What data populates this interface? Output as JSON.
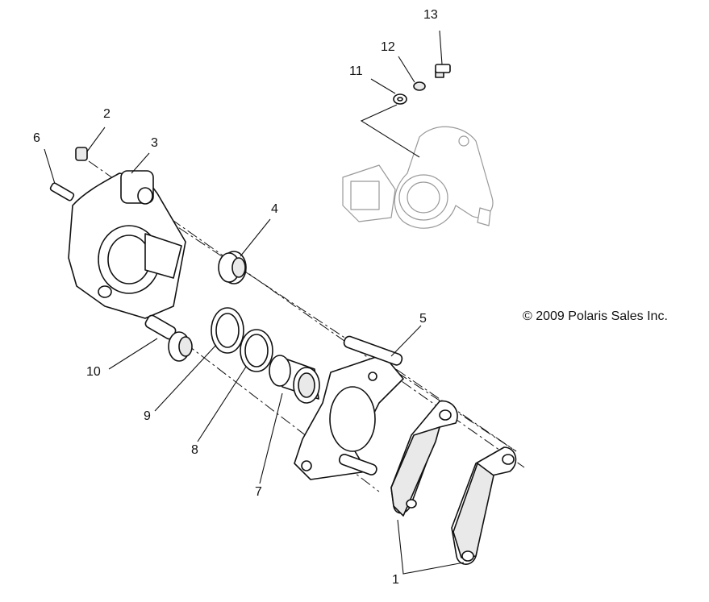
{
  "copyright": "© 2009 Polaris Sales Inc.",
  "callouts": [
    {
      "id": "1",
      "text": "1"
    },
    {
      "id": "2",
      "text": "2"
    },
    {
      "id": "3",
      "text": "3"
    },
    {
      "id": "4",
      "text": "4"
    },
    {
      "id": "5",
      "text": "5"
    },
    {
      "id": "6",
      "text": "6"
    },
    {
      "id": "7",
      "text": "7"
    },
    {
      "id": "8",
      "text": "8"
    },
    {
      "id": "9",
      "text": "9"
    },
    {
      "id": "10",
      "text": "10"
    },
    {
      "id": "11",
      "text": "11"
    },
    {
      "id": "12",
      "text": "12"
    },
    {
      "id": "13",
      "text": "13"
    }
  ]
}
